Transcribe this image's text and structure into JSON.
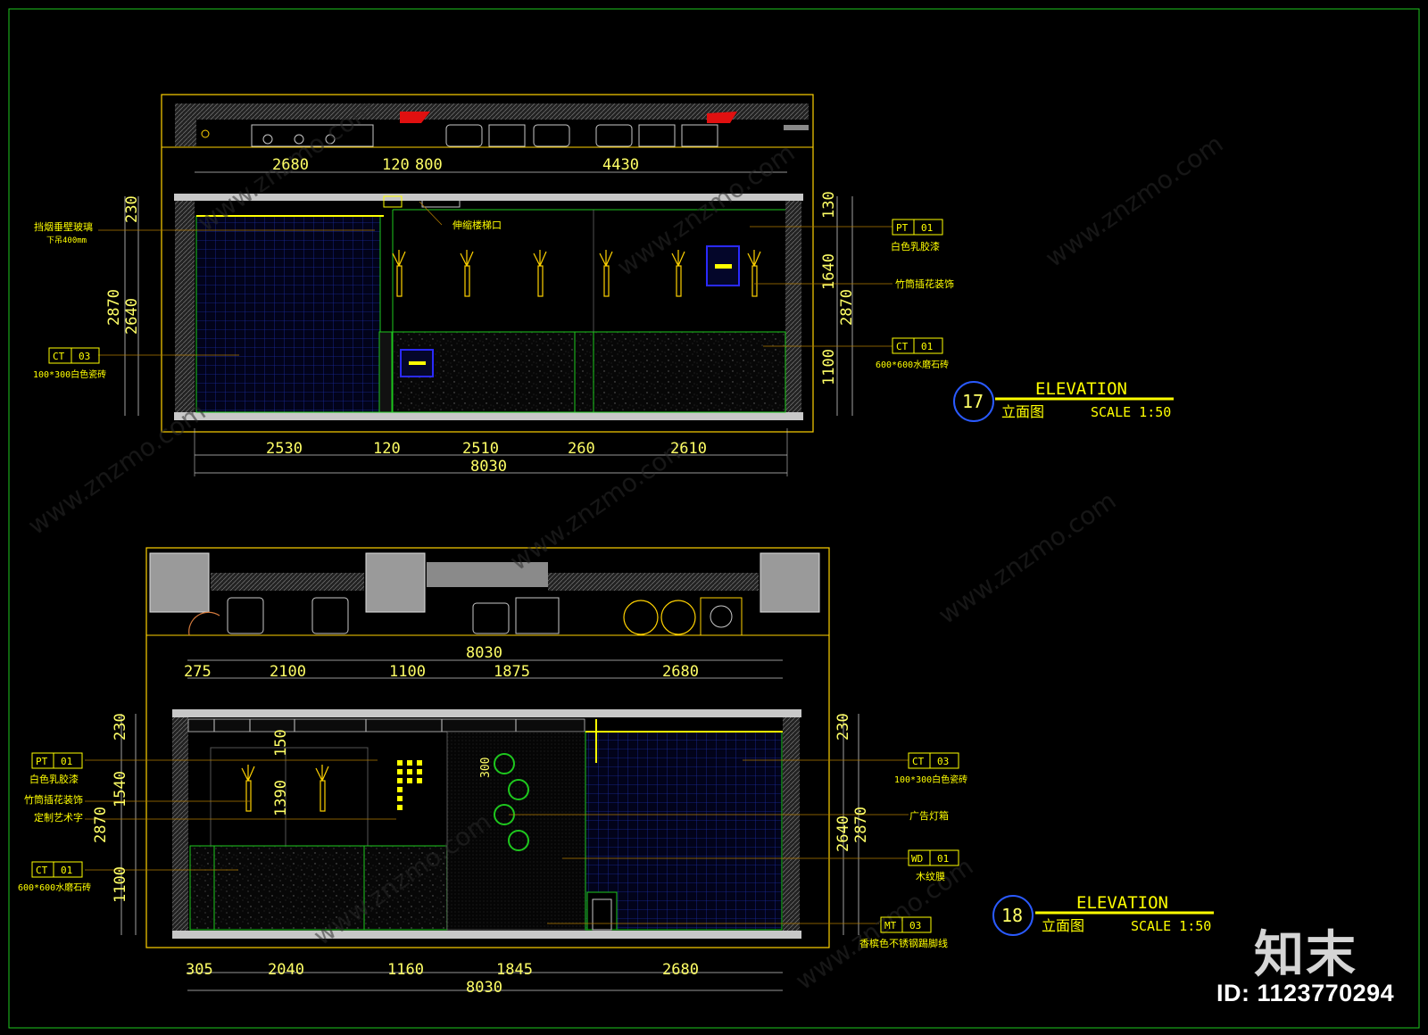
{
  "elev17": {
    "number": "17",
    "title": "ELEVATION",
    "subtitle": "立面图",
    "scale": "SCALE 1:50",
    "top_dims": [
      "2680",
      "120",
      "800",
      "4430"
    ],
    "bottom_dims": [
      "2530",
      "120",
      "2510",
      "260",
      "2610"
    ],
    "total": "8030",
    "left_dims": [
      "230",
      "2870",
      "2640"
    ],
    "right_dims": [
      "130",
      "1640",
      "2870",
      "1100"
    ],
    "notes": {
      "glass": "挡烟垂壁玻璃",
      "glass_sub": "下吊400mm",
      "stair": "伸缩楼梯口",
      "pt_code": "PT",
      "pt_num": "01",
      "pt_text": "白色乳胶漆",
      "bamboo": "竹筒插花装饰",
      "ct3_code": "CT",
      "ct3_num": "03",
      "ct3_text": "100*300白色瓷砖",
      "ct1_code": "CT",
      "ct1_num": "01",
      "ct1_text": "600*600水磨石砖"
    }
  },
  "elev18": {
    "number": "18",
    "title": "ELEVATION",
    "subtitle": "立面图",
    "scale": "SCALE 1:50",
    "top_total": "8030",
    "top_dims": [
      "275",
      "2100",
      "1100",
      "1875",
      "2680"
    ],
    "bottom_dims": [
      "305",
      "2040",
      "1160",
      "1845",
      "2680"
    ],
    "total": "8030",
    "left_dims": [
      "230",
      "2870",
      "1540",
      "1100"
    ],
    "inner_dims": [
      "150",
      "1390",
      "300"
    ],
    "right_dims": [
      "230",
      "2870",
      "2640"
    ],
    "notes": {
      "pt_code": "PT",
      "pt_num": "01",
      "pt_text": "白色乳胶漆",
      "bamboo": "竹筒插花装饰",
      "art": "定制艺术字",
      "ct1_code": "CT",
      "ct1_num": "01",
      "ct1_text": "600*600水磨石砖",
      "ct3_code": "CT",
      "ct3_num": "03",
      "ct3_text": "100*300白色瓷砖",
      "lightbox": "广告灯箱",
      "wd_code": "WD",
      "wd_num": "01",
      "wd_text": "木纹膜",
      "mt_code": "MT",
      "mt_num": "03",
      "mt_text": "香槟色不锈钢踢脚线"
    }
  },
  "brand": "知末",
  "id_text": "ID: 1123770294",
  "colors": {
    "dim": "#ffff66",
    "accent": "#ffd200",
    "wall": "#c8c8c8",
    "tile": "#1a2aa0",
    "green": "#1ec81e",
    "label": "#ffff00"
  }
}
